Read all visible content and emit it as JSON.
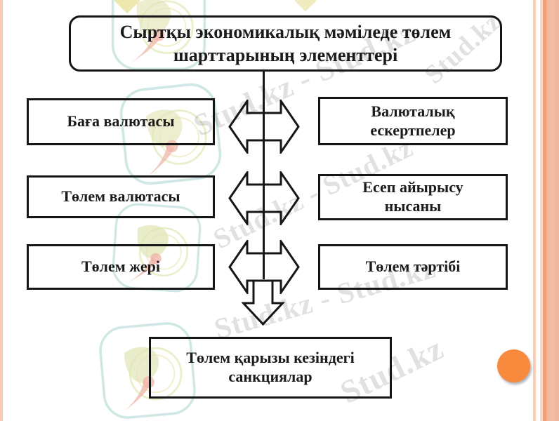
{
  "title": {
    "line1": "Сыртқы экономикалық мәміледе төлем",
    "line2": "шарттарының элементтері"
  },
  "rows": [
    {
      "left_line1": "Баға валютасы",
      "right_line1": "Валюталық",
      "right_line2": "ескертпелер"
    },
    {
      "left_line1": "Төлем валютасы",
      "right_line1": "Есеп айырысу",
      "right_line2": "нысаны"
    },
    {
      "left_line1": "Төлем жері",
      "right_line1": "Төлем тәртібі"
    }
  ],
  "bottom_box": {
    "line1": "Төлем қарызы кезіндегі",
    "line2": "санкциялар"
  },
  "watermarks": {
    "full": "Stud.kz - Stud.kz",
    "short": "Stud.kz"
  },
  "colors": {
    "box_border": "#161616",
    "text": "#1b1b1b",
    "stripe_thin": "#FACDB4",
    "stripe_band": "#F1BEA4",
    "stripe_accent": "#F59E71",
    "orange_dot": "#F78A3C",
    "watermark_gray": "#c9c9c9",
    "logo_teal": "#8fc7c0",
    "logo_olive": "#b8c050",
    "logo_red": "#d8603a"
  }
}
